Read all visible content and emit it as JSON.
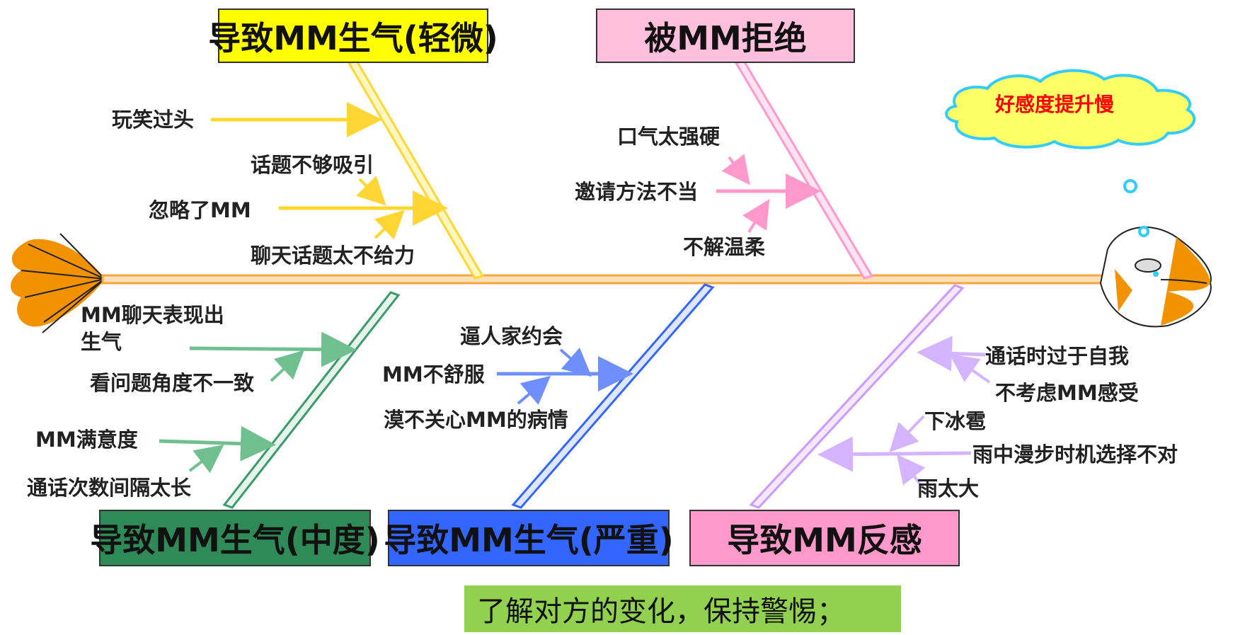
{
  "categories": {
    "top_left": "导致MM生气(轻微)",
    "top_right": "被MM拒绝",
    "bottom_left": "导致MM生气(中度)",
    "bottom_middle": "导致MM生气(严重)",
    "bottom_right": "导致MM反感"
  },
  "causes": {
    "mild": [
      "玩笑过头",
      "话题不够吸引",
      "忽略了MM",
      "聊天话题太不给力"
    ],
    "rejected": [
      "口气太强硬",
      "邀请方法不当",
      "不解温柔"
    ],
    "moderate": [
      "MM聊天表现出",
      "生气",
      "看问题角度不一致",
      "MM满意度",
      "通话次数间隔太长"
    ],
    "severe": [
      "逼人家约会",
      "MM不舒服",
      "漠不关心MM的病情"
    ],
    "disgust": [
      "通话时过于自我",
      "不考虑MM感受",
      "下冰雹",
      "雨中漫步时机选择不对",
      "雨太大"
    ]
  },
  "effect": "好感度提升慢",
  "note": "了解对方的变化，保持警惕；",
  "colors": {
    "spine": "#f7a541",
    "tail": "#f39200",
    "mild": "#ffd633",
    "rejected": "#ff99cc",
    "moderate": "#3a9a6a",
    "severe": "#3366ff",
    "disgust": "#cc99ff",
    "cloud": "#ffff66",
    "cloud_border": "#33ccff"
  }
}
